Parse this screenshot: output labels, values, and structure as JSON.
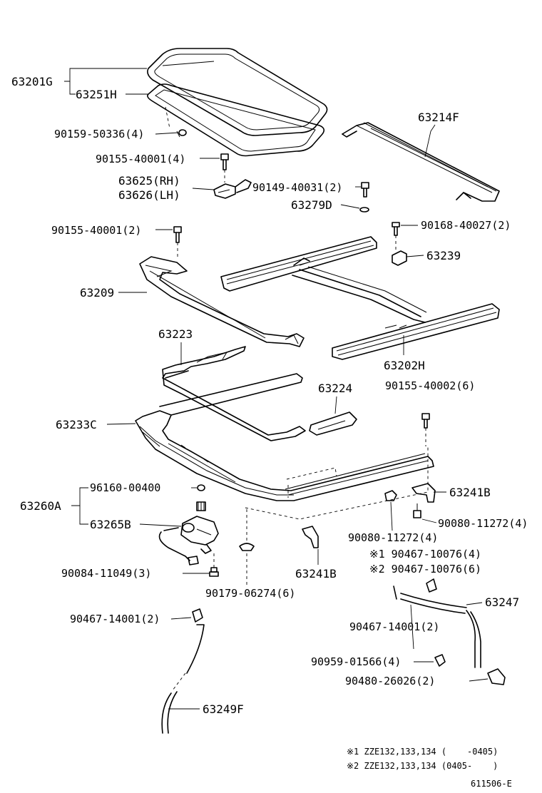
{
  "labels": {
    "l63201G": "63201G",
    "l63251H": "63251H",
    "l90159": "90159-50336(4)",
    "l90155a": "90155-40001(4)",
    "l63625": "63625(RH)",
    "l63626": "63626(LH)",
    "l90149": "90149-40031(2)",
    "l63279D": "63279D",
    "l63214F": "63214F",
    "l90155b": "90155-40001(2)",
    "l90168": "90168-40027(2)",
    "l63239": "63239",
    "l63209": "63209",
    "l63223": "63223",
    "l63202H": "63202H",
    "l63224": "63224",
    "l90155c": "90155-40002(6)",
    "l63233C": "63233C",
    "l96160": "96160-00400",
    "l63260A": "63260A",
    "l63265B": "63265B",
    "l63241Ba": "63241B",
    "l90080a": "90080-11272(4)",
    "l90080b": "90080-11272(4)",
    "l90084": "90084-11049(3)",
    "l63241Bb": "63241B",
    "l90179": "90179-06274(6)",
    "l90467a": "※1 90467-10076(4)",
    "l90467b": "※2 90467-10076(6)",
    "l90467c": "90467-14001(2)",
    "l63247": "63247",
    "l90467d": "90467-14001(2)",
    "l90959": "90959-01566(4)",
    "l90480": "90480-26026(2)",
    "l63249F": "63249F"
  },
  "notes": {
    "n1": "※1 ZZE132,133,134 (    -0405)",
    "n2": "※2 ZZE132,133,134 (0405-    )"
  },
  "diagram_id": "611506-E"
}
